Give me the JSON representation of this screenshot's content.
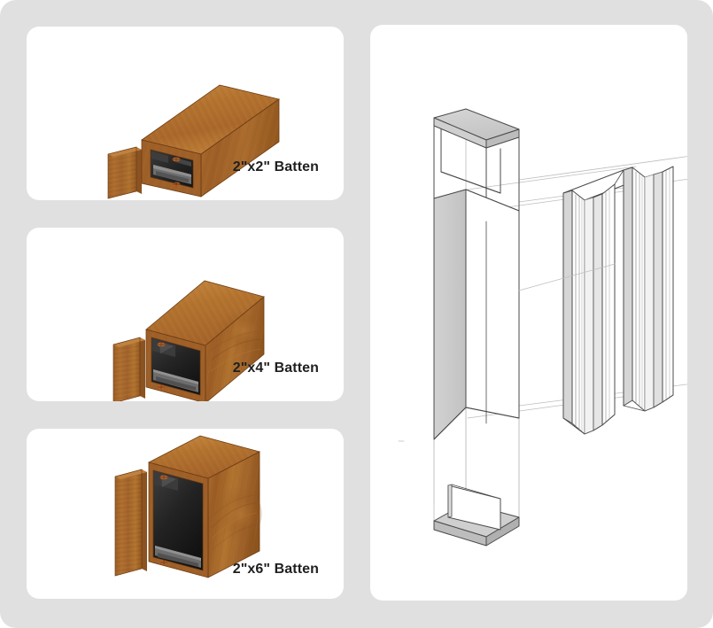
{
  "page": {
    "background_color": "#e0e0e0",
    "card_color": "#ffffff",
    "text_color": "#1f1f1f"
  },
  "palette": {
    "wood_top": "#b3732f",
    "wood_top_light": "#c08240",
    "wood_face": "#9d5f27",
    "wood_face_dark": "#8b5322",
    "wood_end": "#a96a2c",
    "wood_plank": "#a4652a",
    "wood_plank_edge": "#8d5523",
    "cavity_dark": "#2b2b2b",
    "cavity_black": "#1a1a1a",
    "metal_grey": "#7a7a7a",
    "metal_light": "#9a9a9a",
    "screw_copper": "#b4622c",
    "wire_line": "#4a4a4a",
    "wire_line_faint": "#b8b8b8",
    "solid_fill": "#c9c9c9",
    "solid_fill_light": "#d8d8d8",
    "solid_fill_mid": "#bdbdbd"
  },
  "cards": [
    {
      "id": "card-2x2",
      "name": "batten-card-2x2",
      "label": "2\"x2\" Batten",
      "icon": "wood-batten-extrusion-2x2"
    },
    {
      "id": "card-2x4",
      "name": "batten-card-2x4",
      "label": "2\"x4\" Batten",
      "icon": "wood-batten-extrusion-2x4"
    },
    {
      "id": "card-2x6",
      "name": "batten-card-2x6",
      "label": "2\"x6\" Batten",
      "icon": "wood-batten-extrusion-2x6"
    }
  ],
  "assembly_panel": {
    "name": "post-and-batten-assembly-diagram",
    "illustration": "isometric-wireframe-post-cap-battens-base",
    "components": [
      "post-cap",
      "post-column",
      "batten-slats",
      "base-plate"
    ]
  }
}
